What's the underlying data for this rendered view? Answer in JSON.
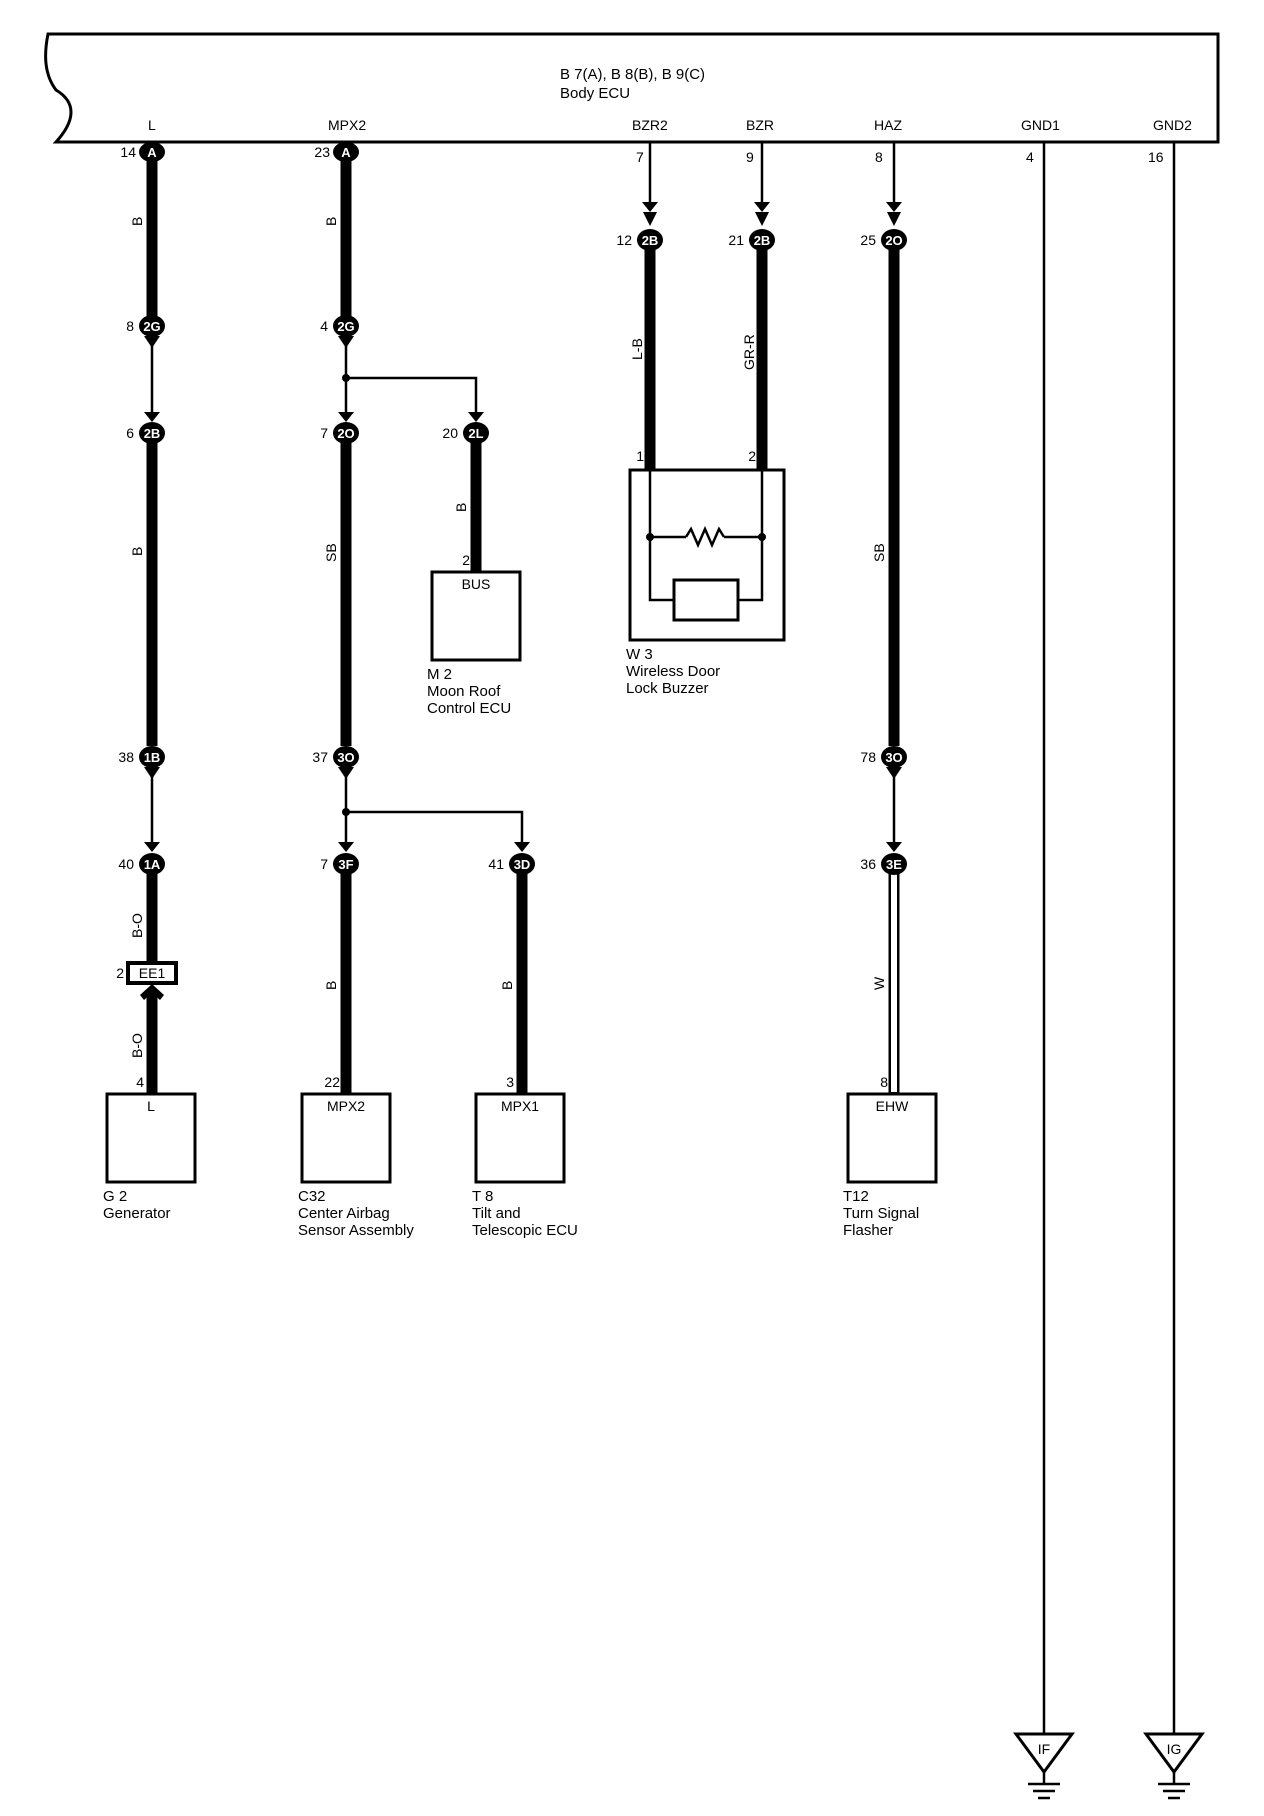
{
  "ecu": {
    "header": "B 7(A), B 8(B), B 9(C)",
    "name": "Body ECU",
    "pins": {
      "L": "L",
      "MPX2": "MPX2",
      "BZR2": "BZR2",
      "BZR": "BZR",
      "HAZ": "HAZ",
      "GND1": "GND1",
      "GND2": "GND2"
    },
    "pin_numbers": {
      "L": "14",
      "MPX2": "23",
      "BZR2": "7",
      "BZR": "9",
      "HAZ": "8",
      "GND1": "4",
      "GND2": "16"
    }
  },
  "connectors": {
    "l_a": {
      "num": "14",
      "label": "A"
    },
    "l_2g": {
      "num": "8",
      "label": "2G"
    },
    "l_2b": {
      "num": "6",
      "label": "2B"
    },
    "l_1b": {
      "num": "38",
      "label": "1B"
    },
    "l_1a": {
      "num": "40",
      "label": "1A"
    },
    "l_ee1": {
      "num": "2",
      "label": "EE1"
    },
    "m_a": {
      "num": "23",
      "label": "A"
    },
    "m_2g": {
      "num": "4",
      "label": "2G"
    },
    "m_2o": {
      "num": "7",
      "label": "2O"
    },
    "m_2l": {
      "num": "20",
      "label": "2L"
    },
    "m_3o": {
      "num": "37",
      "label": "3O"
    },
    "m_3f": {
      "num": "7",
      "label": "3F"
    },
    "m_3d": {
      "num": "41",
      "label": "3D"
    },
    "bzr2_2b": {
      "num": "12",
      "label": "2B"
    },
    "bzr_2b": {
      "num": "21",
      "label": "2B"
    },
    "haz_2o": {
      "num": "25",
      "label": "2O"
    },
    "haz_3o": {
      "num": "78",
      "label": "3O"
    },
    "haz_3e": {
      "num": "36",
      "label": "3E"
    }
  },
  "wire_colors": {
    "l1": "B",
    "l2": "B",
    "l3": "B-O",
    "l4": "B-O",
    "m1": "B",
    "m2": "SB",
    "m3": "B",
    "m4": "B",
    "m5": "B",
    "bzr2": "L-B",
    "bzr": "GR-R",
    "haz1": "SB",
    "haz2": "W"
  },
  "components": {
    "g2": {
      "pin": "4",
      "label": "L",
      "code": "G 2",
      "name": [
        "Generator"
      ]
    },
    "c32": {
      "pin": "22",
      "label": "MPX2",
      "code": "C32",
      "name": [
        "Center Airbag",
        "Sensor Assembly"
      ]
    },
    "t8": {
      "pin": "3",
      "label": "MPX1",
      "code": "T 8",
      "name": [
        "Tilt and",
        "Telescopic ECU"
      ]
    },
    "t12": {
      "pin": "8",
      "label": "EHW",
      "code": "T12",
      "name": [
        "Turn Signal",
        "Flasher"
      ]
    },
    "m2": {
      "pin": "2",
      "label": "BUS",
      "code": "M 2",
      "name": [
        "Moon Roof",
        "Control ECU"
      ]
    },
    "w3": {
      "pin1": "1",
      "pin2": "2",
      "code": "W 3",
      "name": [
        "Wireless Door",
        "Lock Buzzer"
      ]
    }
  },
  "grounds": {
    "if": "IF",
    "ig": "IG"
  }
}
